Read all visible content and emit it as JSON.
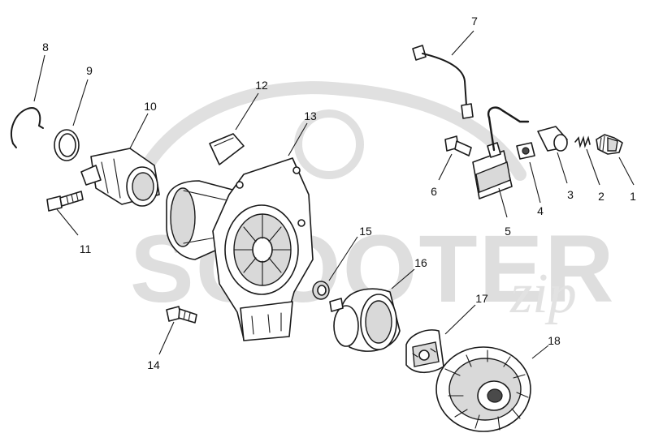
{
  "watermark": {
    "brand_main": "SCOOTER",
    "brand_script": "zip"
  },
  "callouts": [
    {
      "number": "1",
      "part": "spark-plug"
    },
    {
      "number": "2",
      "part": "spring"
    },
    {
      "number": "3",
      "part": "spark-plug-cap"
    },
    {
      "number": "4",
      "part": "clip"
    },
    {
      "number": "5",
      "part": "ignition-coil"
    },
    {
      "number": "6",
      "part": "coil-bolt"
    },
    {
      "number": "7",
      "part": "stop-switch-wire"
    },
    {
      "number": "8",
      "part": "retaining-clip"
    },
    {
      "number": "9",
      "part": "o-ring"
    },
    {
      "number": "10",
      "part": "intake-pipe"
    },
    {
      "number": "11",
      "part": "intake-bolt"
    },
    {
      "number": "12",
      "part": "gasket"
    },
    {
      "number": "13",
      "part": "fan-housing"
    },
    {
      "number": "14",
      "part": "housing-bolt"
    },
    {
      "number": "15",
      "part": "bushing"
    },
    {
      "number": "16",
      "part": "clutch-drum"
    },
    {
      "number": "17",
      "part": "clutch-shoe"
    },
    {
      "number": "18",
      "part": "flywheel"
    }
  ],
  "colors": {
    "line": "#1a1a1a",
    "watermark": "#dedede",
    "background": "#ffffff"
  }
}
